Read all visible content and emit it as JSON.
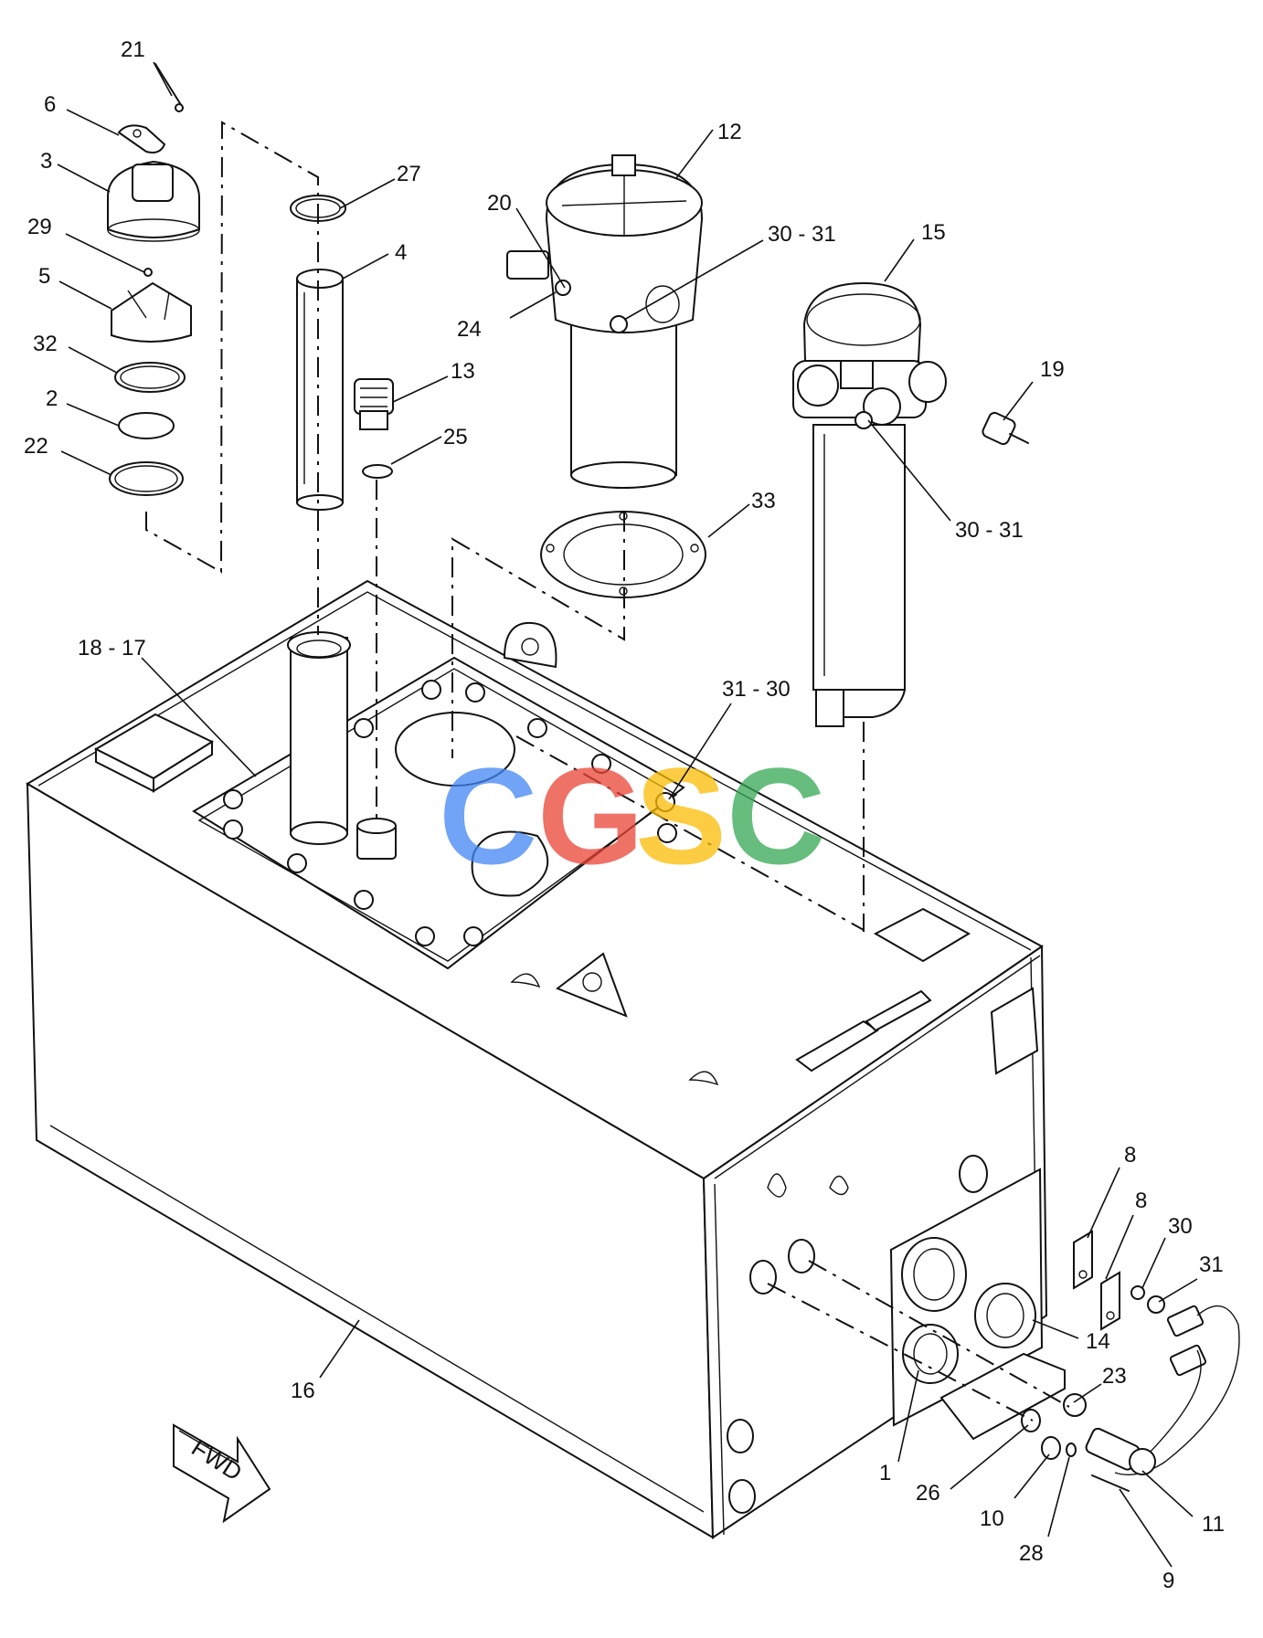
{
  "watermark": {
    "letters": [
      {
        "char": "C",
        "color": "#4285F4"
      },
      {
        "char": "G",
        "color": "#EA4335"
      },
      {
        "char": "S",
        "color": "#FBBC05"
      },
      {
        "char": "C",
        "color": "#34A853"
      }
    ]
  },
  "direction_arrow": {
    "label": "FWD"
  },
  "callouts": {
    "c21": "21",
    "c6": "6",
    "c3": "3",
    "c29": "29",
    "c5": "5",
    "c32": "32",
    "c2": "2",
    "c22": "22",
    "c27": "27",
    "c4": "4",
    "c13": "13",
    "c25": "25",
    "c20": "20",
    "c24": "24",
    "c12": "12",
    "c30_31_a": "30 - 31",
    "c15": "15",
    "c19": "19",
    "c30_31_b": "30 - 31",
    "c33": "33",
    "c18_17": "18 - 17",
    "c31_30": "31 - 30",
    "c8_a": "8",
    "c8_b": "8",
    "c30": "30",
    "c31": "31",
    "c14": "14",
    "c23": "23",
    "c1": "1",
    "c26": "26",
    "c10": "10",
    "c28": "28",
    "c11": "11",
    "c9": "9",
    "c16": "16"
  }
}
